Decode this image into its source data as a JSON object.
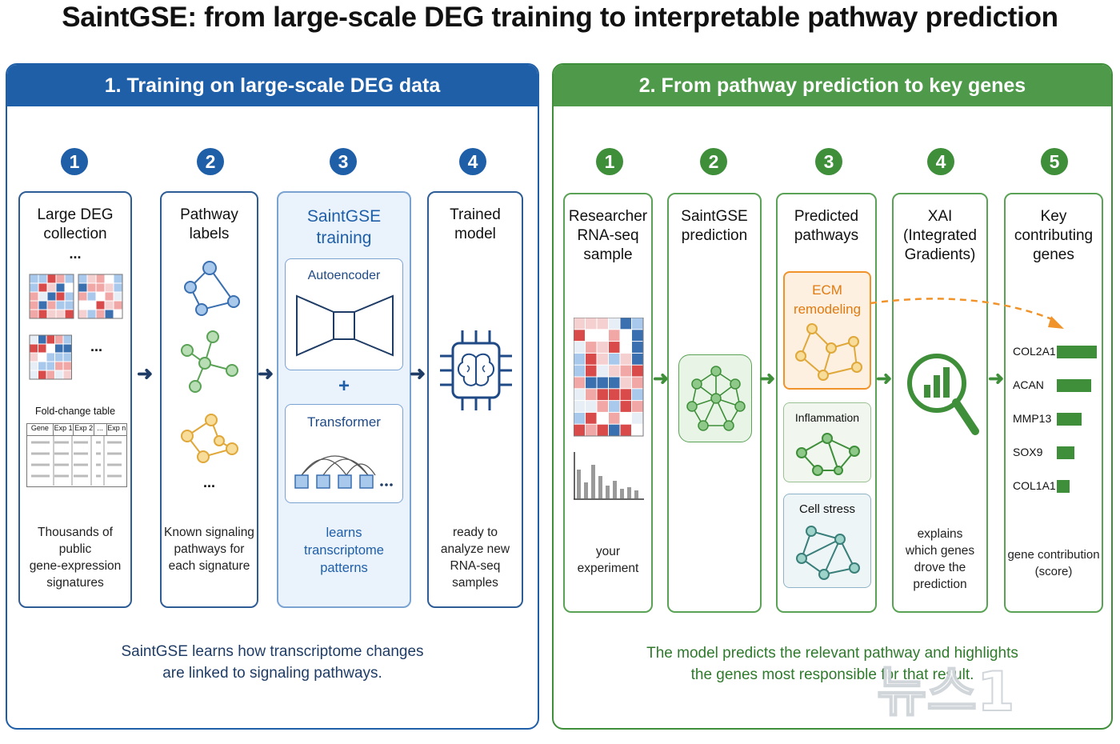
{
  "title": "SaintGSE: from large-scale DEG training to interpretable pathway prediction",
  "colors": {
    "blue": "#1f5fa8",
    "green": "#3e8e3a",
    "orange": "#f0932b"
  },
  "left_panel": {
    "header": "1. Training on large-scale DEG data",
    "steps": [
      {
        "num": "1",
        "title": "Large DEG\ncollection",
        "desc": "Thousands of public\ngene-expression\nsignatures"
      },
      {
        "num": "2",
        "title": "Pathway\nlabels",
        "desc": "Known signaling\npathways for\neach signature"
      },
      {
        "num": "3",
        "title": "SaintGSE\ntraining",
        "desc": "learns\ntranscriptome\npatterns"
      },
      {
        "num": "4",
        "title": "Trained\nmodel",
        "desc": "ready to\nanalyze new\nRNA-seq\nsamples"
      }
    ],
    "ellipsis": "...",
    "fold_change_caption": "Fold-change table",
    "table_headers": [
      "Gene",
      "Exp 1",
      "Exp 2",
      "...",
      "Exp n"
    ],
    "autoencoder_label": "Autoencoder",
    "plus": "+",
    "transformer_label": "Transformer",
    "footer": "SaintGSE learns how transcriptome changes\nare linked to signaling pathways."
  },
  "right_panel": {
    "header": "2. From pathway prediction to key genes",
    "steps": [
      {
        "num": "1",
        "title": "Researcher\nRNA-seq\nsample",
        "desc": "your\nexperiment"
      },
      {
        "num": "2",
        "title": "SaintGSE\nprediction",
        "desc": ""
      },
      {
        "num": "3",
        "title": "Predicted\npathways",
        "desc": ""
      },
      {
        "num": "4",
        "title": "XAI\n(Integrated\nGradients)",
        "desc": "explains\nwhich genes\ndrove the\nprediction"
      },
      {
        "num": "5",
        "title": "Key\ncontributing\ngenes",
        "desc": "gene contribution\n(score)"
      }
    ],
    "pathways": [
      "ECM\nremodeling",
      "Inflammation",
      "Cell stress"
    ],
    "genes": [
      {
        "name": "COL2A1",
        "score": 1.0
      },
      {
        "name": "ACAN",
        "score": 0.85
      },
      {
        "name": "MMP13",
        "score": 0.62
      },
      {
        "name": "SOX9",
        "score": 0.44
      },
      {
        "name": "COL1A1",
        "score": 0.32
      }
    ],
    "footer": "The model predicts the relevant pathway and highlights\nthe genes most responsible for that result."
  },
  "watermark": "뉴스1"
}
